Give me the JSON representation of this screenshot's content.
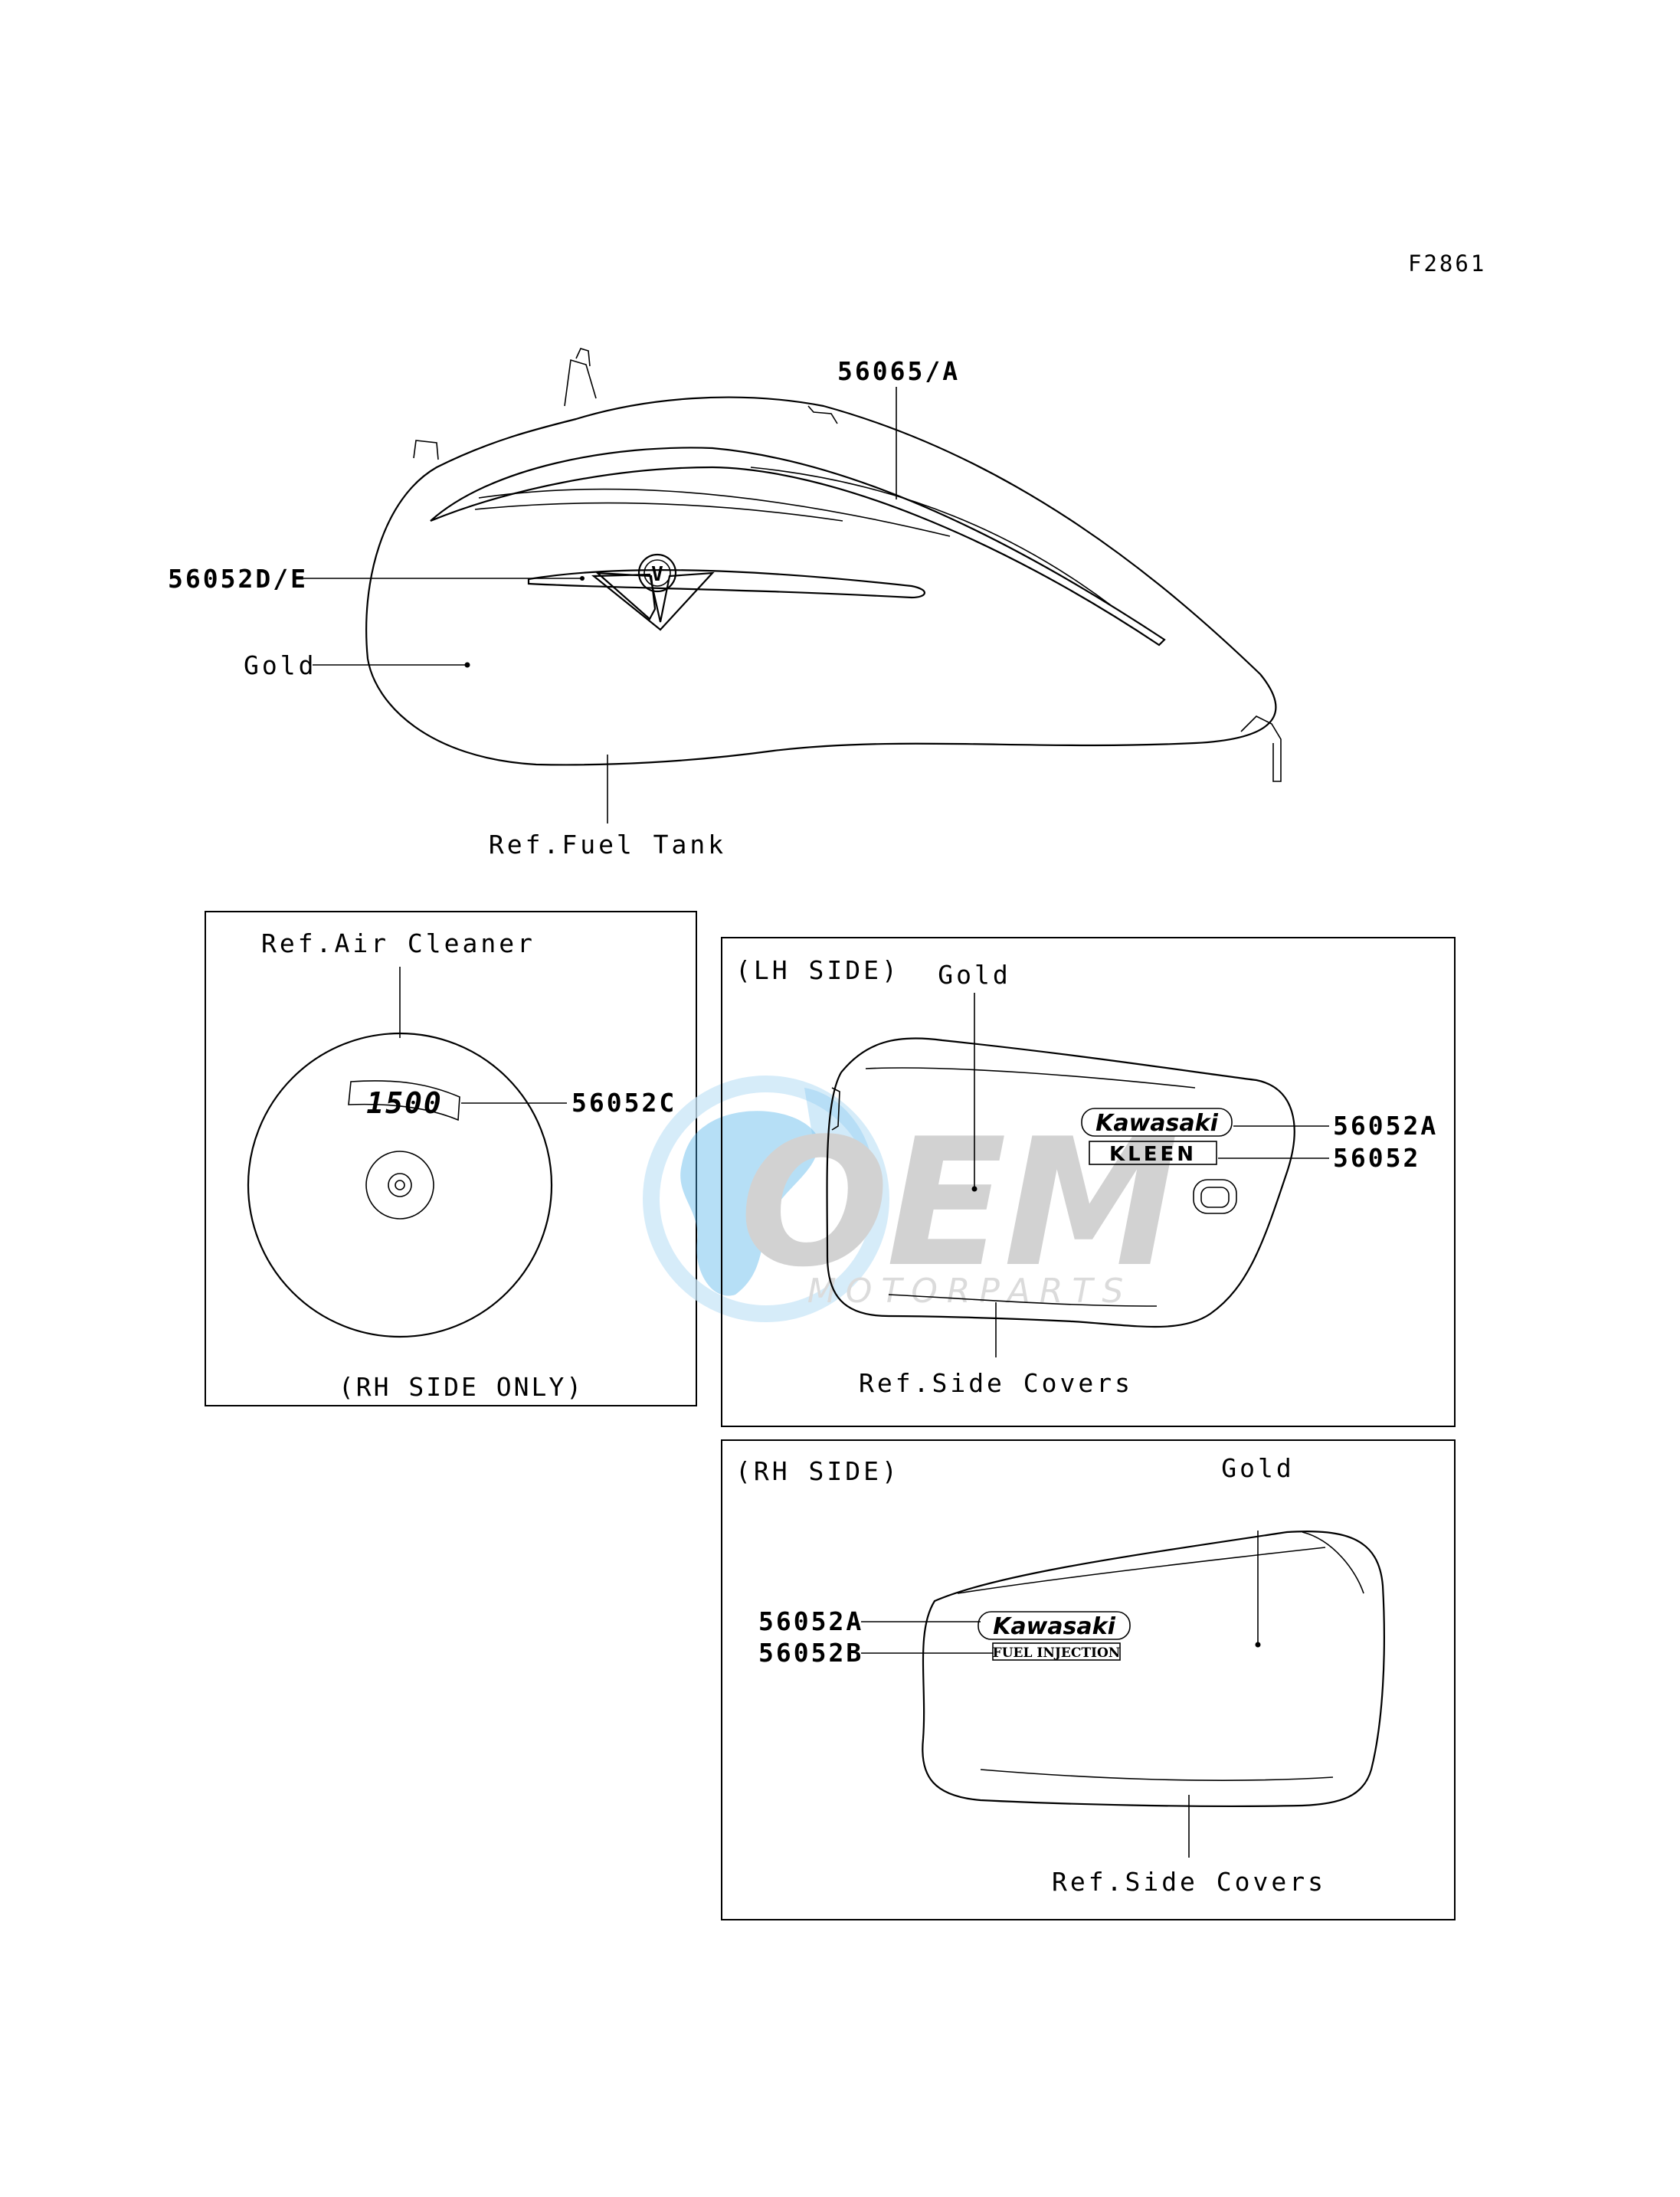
{
  "figure_code": "F2861",
  "fuel_tank": {
    "part_stripe": "56065/A",
    "part_emblem": "56052D/E",
    "color": "Gold",
    "ref": "Ref.Fuel Tank",
    "emblem_letter": "V"
  },
  "air_cleaner": {
    "ref": "Ref.Air Cleaner",
    "part": "56052C",
    "decal_text": "1500",
    "note": "(RH SIDE ONLY)"
  },
  "lh_side": {
    "title": "(LH SIDE)",
    "color": "Gold",
    "part_kawasaki": "56052A",
    "part_kleen": "56052",
    "kawasaki_text": "Kawasaki",
    "kleen_text": "KLEEN",
    "ref": "Ref.Side Covers"
  },
  "rh_side": {
    "title": "(RH SIDE)",
    "color": "Gold",
    "part_kawasaki": "56052A",
    "part_fi": "56052B",
    "kawasaki_text": "Kawasaki",
    "fi_text": "FUEL INJECTION",
    "ref": "Ref.Side Covers"
  },
  "watermark": {
    "logo_text": "OEM",
    "sub_text": "MOTORPARTS",
    "colors": {
      "globe": "#4fb0ea",
      "globe_light": "#c9e6f8",
      "letters": "#c4c4c4",
      "sub": "#d0d0d0"
    }
  }
}
